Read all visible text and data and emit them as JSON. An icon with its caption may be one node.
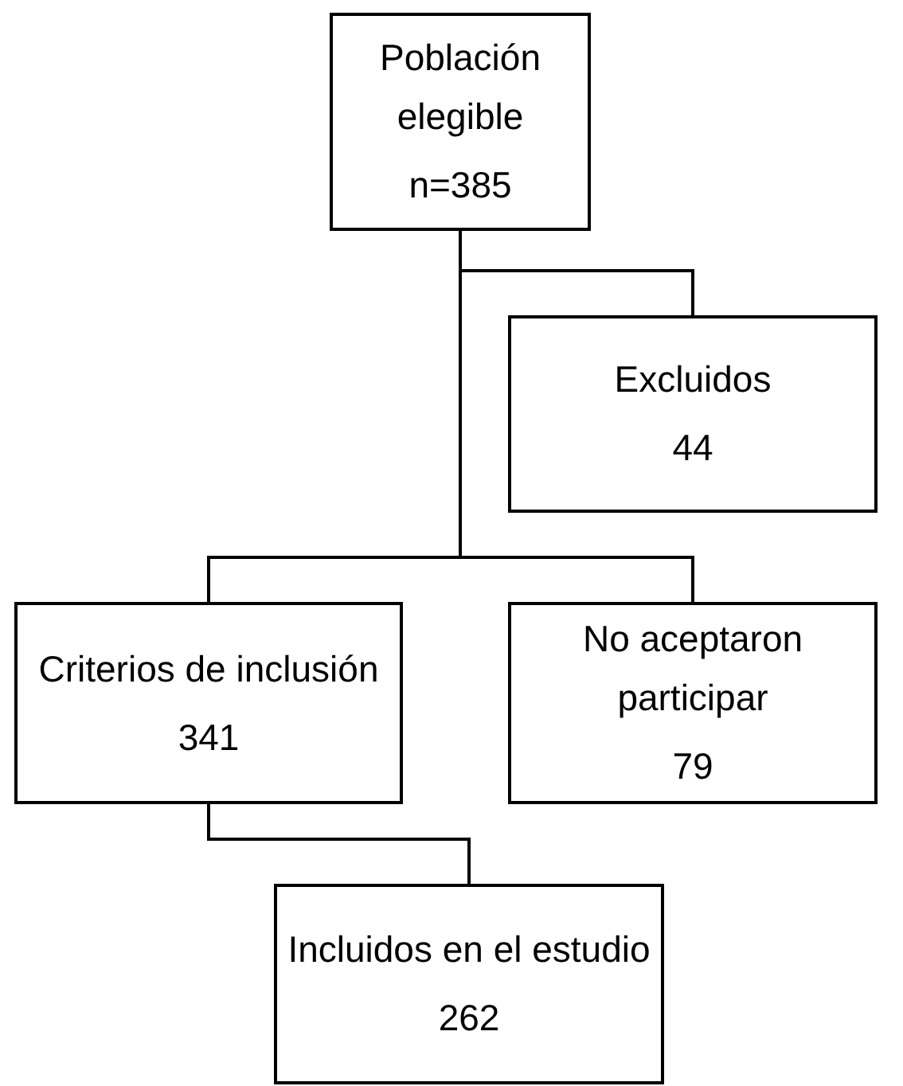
{
  "diagram": {
    "nodes": [
      {
        "text": [
          "Población elegible",
          "n=385"
        ]
      },
      {
        "text": [
          "Excluidos",
          "44"
        ]
      },
      {
        "text": [
          "Criterios de inclusión",
          "341"
        ]
      },
      {
        "text": [
          "No aceptaron participar",
          "79"
        ]
      },
      {
        "text": [
          "Incluidos en el estudio",
          "262"
        ]
      }
    ],
    "edges": [
      {
        "from": 0,
        "to": 1,
        "arrow": "none"
      },
      {
        "from": 0,
        "to": 2,
        "arrow": "none"
      },
      {
        "from": 0,
        "to": 3,
        "arrow": "none"
      },
      {
        "from": 2,
        "to": 4,
        "arrow": "none"
      }
    ]
  }
}
